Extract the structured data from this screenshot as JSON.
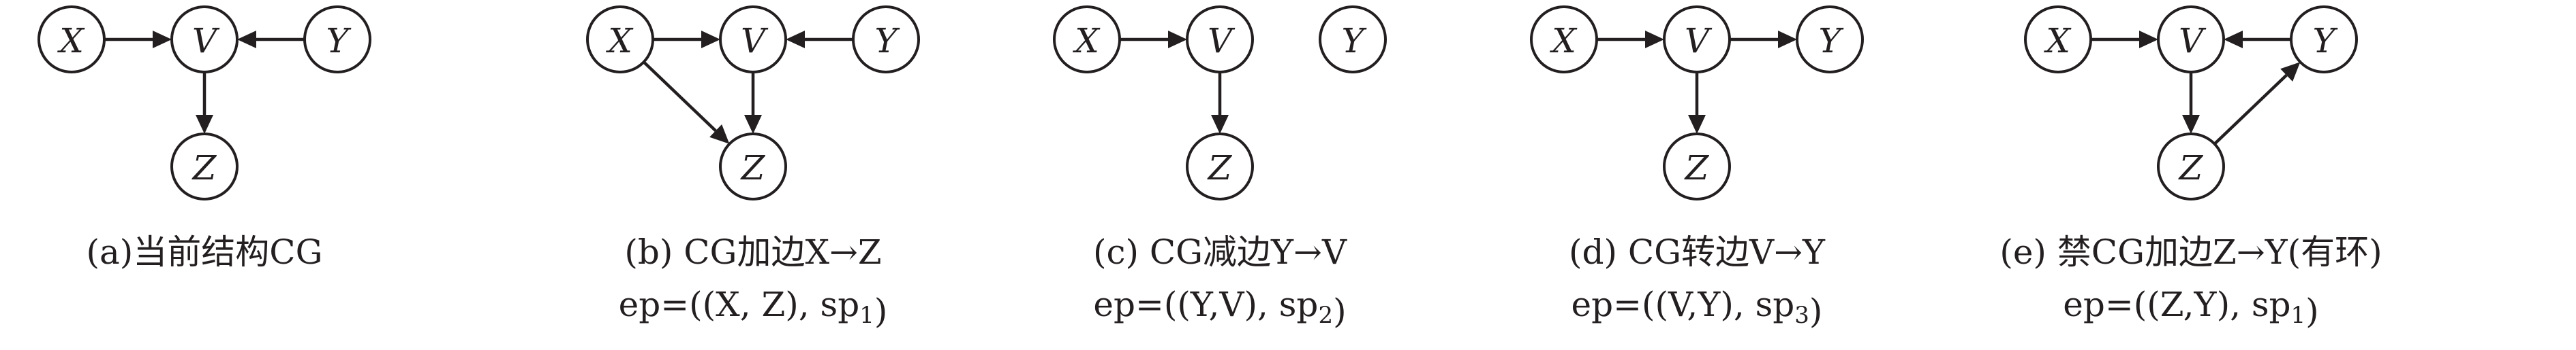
{
  "style": {
    "ink_color": "#231f20",
    "background": "#ffffff"
  },
  "panels": [
    {
      "nodes": [
        {
          "id": "X",
          "label": "X"
        },
        {
          "id": "V",
          "label": "V"
        },
        {
          "id": "Y",
          "label": "Y"
        },
        {
          "id": "Z",
          "label": "Z"
        }
      ],
      "edges": [
        {
          "from": "X",
          "to": "V"
        },
        {
          "from": "Y",
          "to": "V"
        },
        {
          "from": "V",
          "to": "Z"
        }
      ],
      "caption_line1": "(a)当前结构CG",
      "caption_line2": ""
    },
    {
      "nodes": [
        {
          "id": "X",
          "label": "X"
        },
        {
          "id": "V",
          "label": "V"
        },
        {
          "id": "Y",
          "label": "Y"
        },
        {
          "id": "Z",
          "label": "Z"
        }
      ],
      "edges": [
        {
          "from": "X",
          "to": "V"
        },
        {
          "from": "Y",
          "to": "V"
        },
        {
          "from": "V",
          "to": "Z"
        },
        {
          "from": "X",
          "to": "Z"
        }
      ],
      "caption_line1": "(b) CG加边X→Z",
      "caption_line2": "ep=((X, Z), sp₁)"
    },
    {
      "nodes": [
        {
          "id": "X",
          "label": "X"
        },
        {
          "id": "V",
          "label": "V"
        },
        {
          "id": "Y",
          "label": "Y"
        },
        {
          "id": "Z",
          "label": "Z"
        }
      ],
      "edges": [
        {
          "from": "X",
          "to": "V"
        },
        {
          "from": "V",
          "to": "Z"
        }
      ],
      "caption_line1": "(c) CG减边Y→V",
      "caption_line2": "ep=((Y,V), sp₂)"
    },
    {
      "nodes": [
        {
          "id": "X",
          "label": "X"
        },
        {
          "id": "V",
          "label": "V"
        },
        {
          "id": "Y",
          "label": "Y"
        },
        {
          "id": "Z",
          "label": "Z"
        }
      ],
      "edges": [
        {
          "from": "X",
          "to": "V"
        },
        {
          "from": "V",
          "to": "Y"
        },
        {
          "from": "V",
          "to": "Z"
        }
      ],
      "caption_line1": "(d) CG转边V→Y",
      "caption_line2": "ep=((V,Y), sp₃)"
    },
    {
      "nodes": [
        {
          "id": "X",
          "label": "X"
        },
        {
          "id": "V",
          "label": "V"
        },
        {
          "id": "Y",
          "label": "Y"
        },
        {
          "id": "Z",
          "label": "Z"
        }
      ],
      "edges": [
        {
          "from": "X",
          "to": "V"
        },
        {
          "from": "Y",
          "to": "V"
        },
        {
          "from": "V",
          "to": "Z"
        },
        {
          "from": "Z",
          "to": "Y"
        }
      ],
      "caption_line1": "(e) 禁CG加边Z→Y(有环)",
      "caption_line2": "ep=((Z,Y), sp₁)"
    }
  ]
}
